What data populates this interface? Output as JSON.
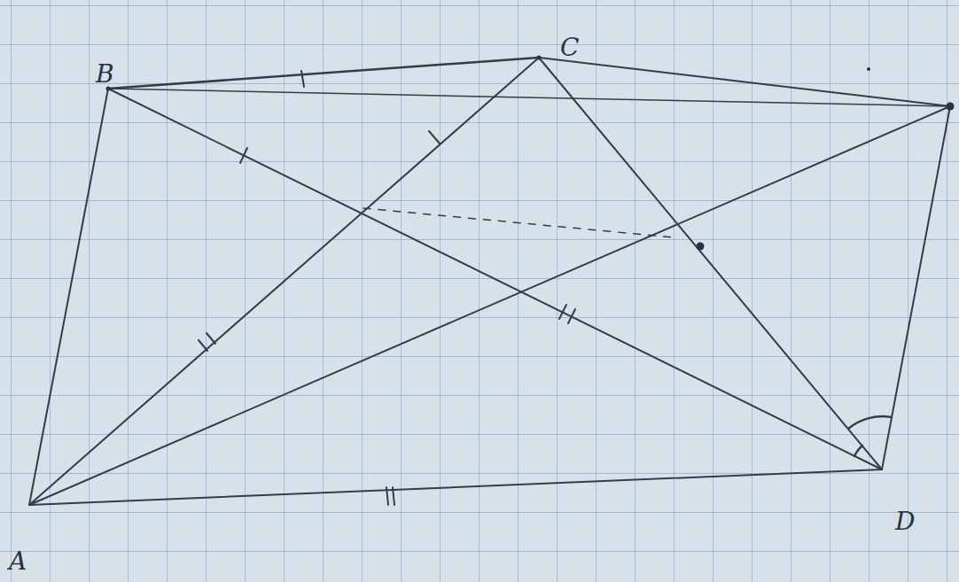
{
  "diagram": {
    "labels": [
      "B",
      "C",
      "A",
      "D"
    ]
  }
}
